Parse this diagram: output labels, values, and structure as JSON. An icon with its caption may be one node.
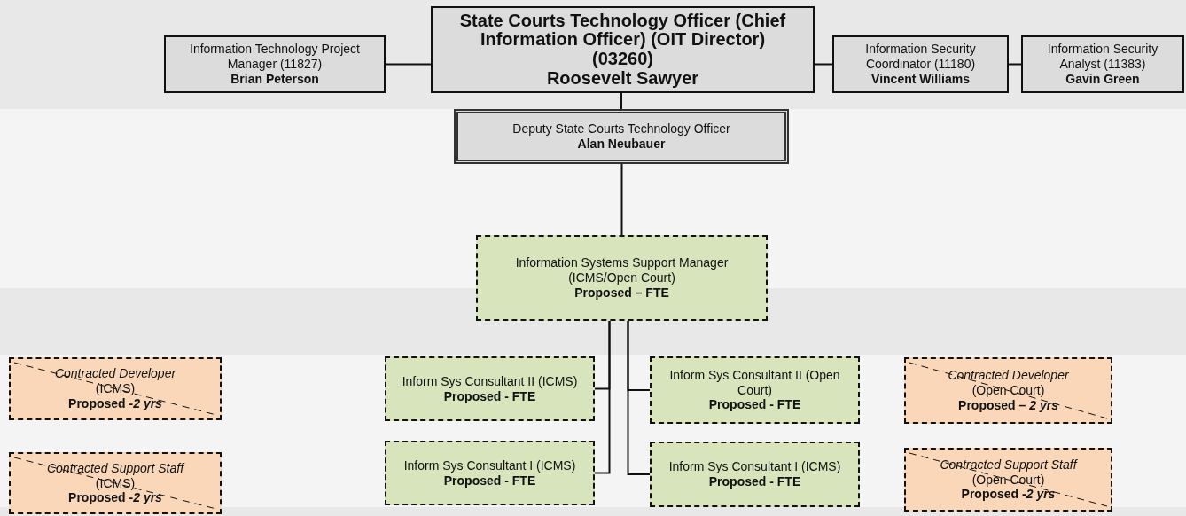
{
  "diagram": {
    "nodes": [
      {
        "text": [
          "Information Technology Project Manager (11827)",
          "Brian Peterson"
        ]
      },
      {
        "text": [
          "State Courts Technology Officer (Chief Information Officer) (OIT Director) (03260)",
          "Roosevelt Sawyer"
        ]
      },
      {
        "text": [
          "Information Security Coordinator (11180)",
          "Vincent Williams"
        ]
      },
      {
        "text": [
          "Information Security Analyst (11383)",
          "Gavin Green"
        ]
      },
      {
        "text": [
          "Deputy State Courts Technology Officer",
          "Alan Neubauer"
        ]
      },
      {
        "text": [
          "Information Systems Support Manager (ICMS/Open Court)",
          "Proposed – FTE"
        ]
      },
      {
        "text": [
          "Contracted Developer",
          "(ICMS)",
          "Proposed -*2 yrs*"
        ]
      },
      {
        "text": [
          "Inform Sys Consultant II (ICMS)",
          "Proposed - FTE"
        ]
      },
      {
        "text": [
          "Inform Sys Consultant II (Open Court)",
          "Proposed - FTE"
        ]
      },
      {
        "text": [
          "Contracted Developer",
          "(Open Court)",
          "Proposed – *2 yrs*"
        ]
      },
      {
        "text": [
          "Contracted Support Staff",
          "(ICMS)",
          "Proposed -*2 yrs*"
        ]
      },
      {
        "text": [
          "Inform Sys Consultant I (ICMS)",
          "Proposed - FTE"
        ]
      },
      {
        "text": [
          "Inform Sys Consultant I (ICMS)",
          "Proposed - FTE"
        ]
      },
      {
        "text": [
          "Contracted Support Staff",
          "(Open Court)",
          "Proposed -*2 yrs*"
        ]
      }
    ],
    "edges": [
      {
        "from": 1,
        "to": 0,
        "arrow": "none"
      },
      {
        "from": 1,
        "to": 2,
        "arrow": "none"
      },
      {
        "from": 2,
        "to": 3,
        "arrow": "none"
      },
      {
        "from": 1,
        "to": 4,
        "arrow": "none"
      },
      {
        "from": 4,
        "to": 5,
        "arrow": "none"
      },
      {
        "from": 5,
        "to": 7,
        "arrow": "none"
      },
      {
        "from": 5,
        "to": 11,
        "arrow": "none"
      },
      {
        "from": 5,
        "to": 8,
        "arrow": "none"
      },
      {
        "from": 5,
        "to": 12,
        "arrow": "none"
      }
    ]
  }
}
